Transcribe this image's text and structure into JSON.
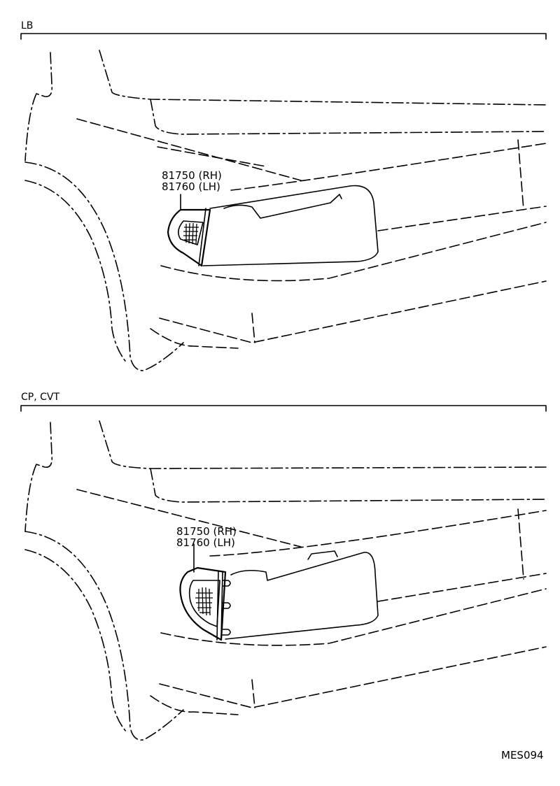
{
  "diagram": {
    "panels": [
      {
        "id": "lb",
        "heading": "LB",
        "callout": {
          "part_rh": "81750 (RH)",
          "part_lh": "81760 (LH)"
        }
      },
      {
        "id": "cp-cvt",
        "heading": "CP, CVT",
        "callout": {
          "part_rh": "81750 (RH)",
          "part_lh": "81760 (LH)"
        }
      }
    ],
    "figure_code": "MES094",
    "subject": "front-side-marker-lamp",
    "colors": {
      "line": "#000000",
      "background": "#ffffff"
    }
  }
}
